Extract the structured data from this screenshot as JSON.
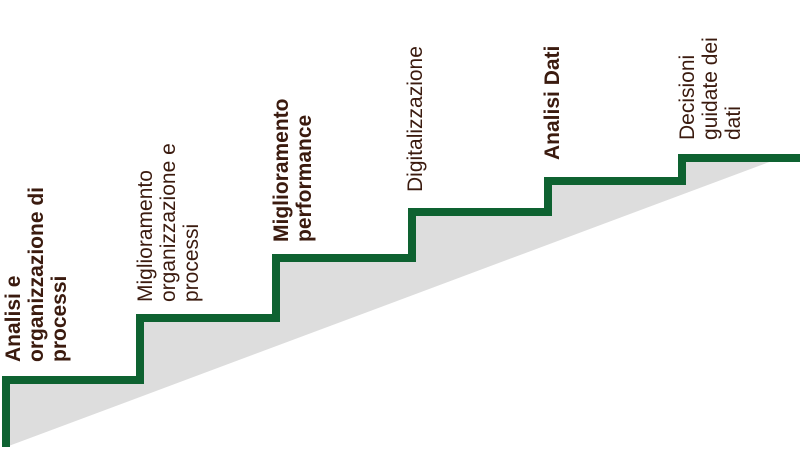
{
  "colors": {
    "stair_line": "#0e6231",
    "stair_fill": "#dddddd",
    "label_text": "#3b1b0f"
  },
  "steps": [
    {
      "lines": [
        "Analisi e",
        "organizzazione di",
        "processi"
      ],
      "emphasis": "bold"
    },
    {
      "lines": [
        "Miglioramento",
        "organizzazione e",
        "processi"
      ],
      "emphasis": "regular"
    },
    {
      "lines": [
        "Miglioramento",
        "performance"
      ],
      "emphasis": "bold"
    },
    {
      "lines": [
        "Digitalizzazione"
      ],
      "emphasis": "regular"
    },
    {
      "lines": [
        "Analisi Dati"
      ],
      "emphasis": "bold"
    },
    {
      "lines": [
        "Decisioni",
        "guidate dei",
        "dati"
      ],
      "emphasis": "regular"
    }
  ]
}
